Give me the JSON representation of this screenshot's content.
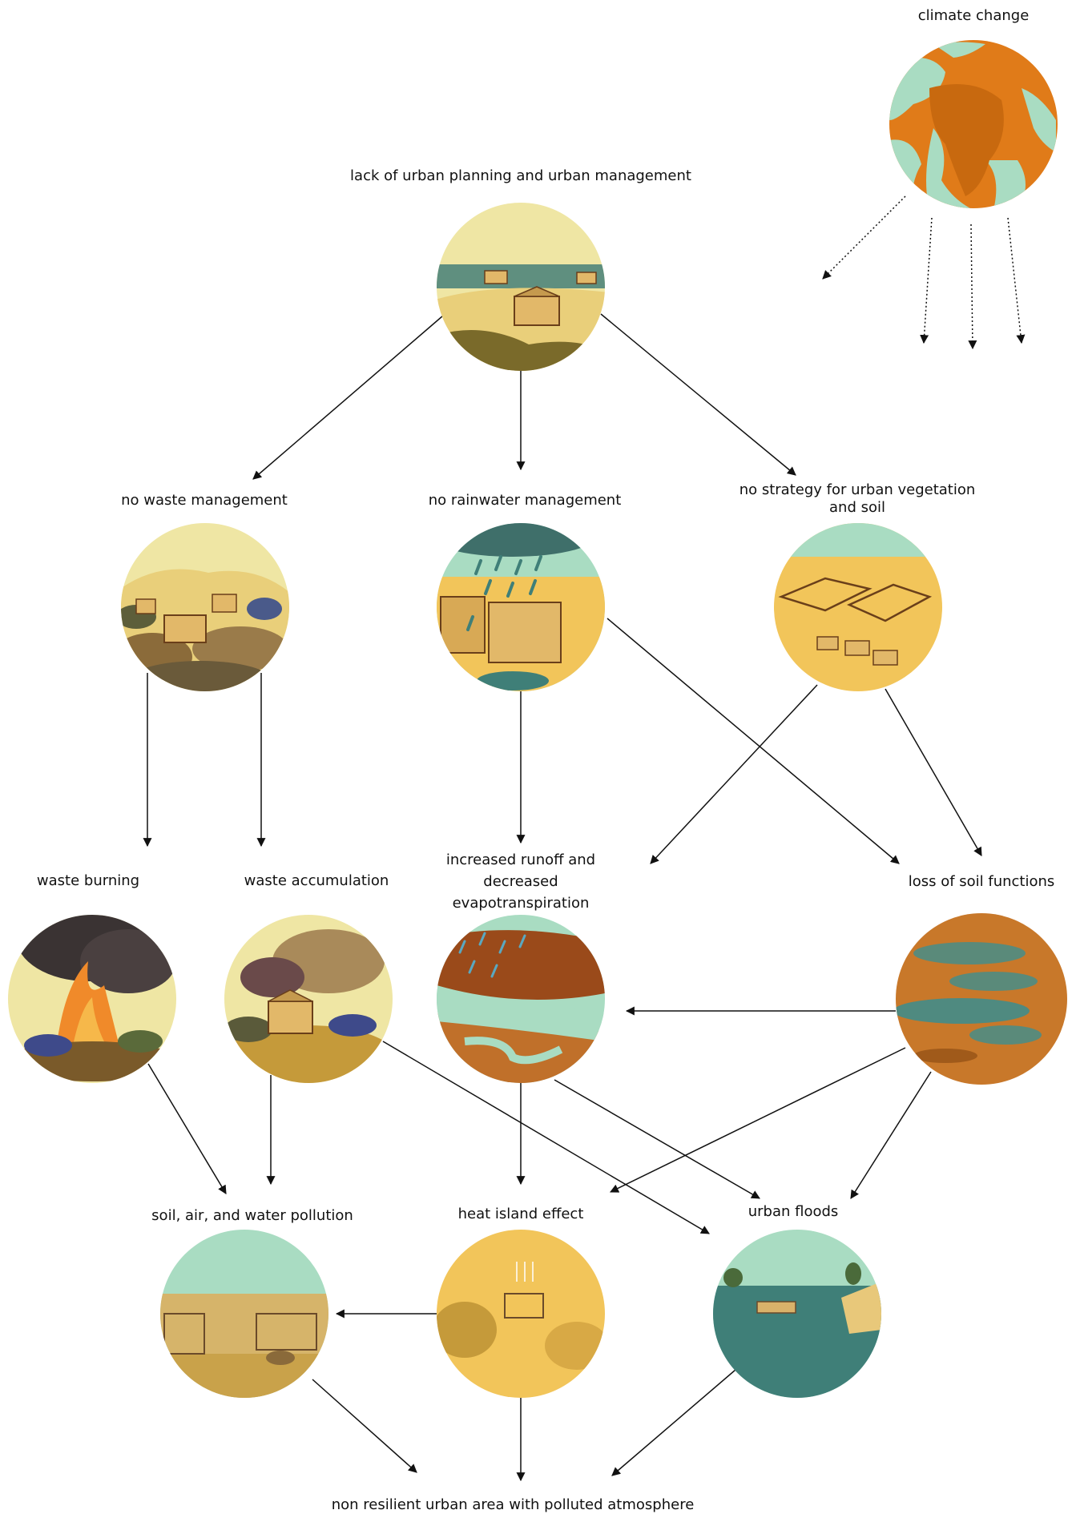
{
  "nodes": {
    "climate_change": {
      "label": "climate change"
    },
    "lack_planning": {
      "label": "lack of urban planning and urban management"
    },
    "no_waste_mgmt": {
      "label": "no waste management"
    },
    "no_rainwater_mgmt": {
      "label": "no rainwater management"
    },
    "no_strategy_vegetation": {
      "label": "no strategy for urban vegetation and soil"
    },
    "waste_burning": {
      "label": "waste burning"
    },
    "waste_accumulation": {
      "label": "waste accumulation"
    },
    "increased_runoff": {
      "label": "increased runoff and decreased evapotranspiration"
    },
    "loss_soil_functions": {
      "label": "loss of soil functions"
    },
    "pollution": {
      "label": "soil, air, and water pollution"
    },
    "heat_island": {
      "label": "heat island effect"
    },
    "urban_floods": {
      "label": "urban floods"
    },
    "non_resilient": {
      "label": "non resilient urban area with polluted atmosphere"
    }
  },
  "edges": [
    {
      "from": "climate_change",
      "to": "unspecified",
      "style": "dotted"
    },
    {
      "from": "climate_change",
      "to": "unspecified",
      "style": "dotted"
    },
    {
      "from": "climate_change",
      "to": "unspecified",
      "style": "dotted"
    },
    {
      "from": "climate_change",
      "to": "unspecified",
      "style": "dotted"
    },
    {
      "from": "lack_planning",
      "to": "no_waste_mgmt",
      "style": "solid"
    },
    {
      "from": "lack_planning",
      "to": "no_rainwater_mgmt",
      "style": "solid"
    },
    {
      "from": "lack_planning",
      "to": "no_strategy_vegetation",
      "style": "solid"
    },
    {
      "from": "no_waste_mgmt",
      "to": "waste_burning",
      "style": "solid"
    },
    {
      "from": "no_waste_mgmt",
      "to": "waste_accumulation",
      "style": "solid"
    },
    {
      "from": "no_rainwater_mgmt",
      "to": "increased_runoff",
      "style": "solid"
    },
    {
      "from": "no_rainwater_mgmt",
      "to": "loss_soil_functions",
      "style": "solid"
    },
    {
      "from": "no_strategy_vegetation",
      "to": "increased_runoff",
      "style": "solid"
    },
    {
      "from": "no_strategy_vegetation",
      "to": "loss_soil_functions",
      "style": "solid"
    },
    {
      "from": "loss_soil_functions",
      "to": "increased_runoff",
      "style": "solid"
    },
    {
      "from": "loss_soil_functions",
      "to": "heat_island",
      "style": "solid"
    },
    {
      "from": "loss_soil_functions",
      "to": "urban_floods",
      "style": "solid"
    },
    {
      "from": "waste_burning",
      "to": "pollution",
      "style": "solid"
    },
    {
      "from": "waste_accumulation",
      "to": "pollution",
      "style": "solid"
    },
    {
      "from": "waste_accumulation",
      "to": "urban_floods",
      "style": "solid"
    },
    {
      "from": "increased_runoff",
      "to": "heat_island",
      "style": "solid"
    },
    {
      "from": "increased_runoff",
      "to": "urban_floods",
      "style": "solid"
    },
    {
      "from": "heat_island",
      "to": "pollution",
      "style": "solid"
    },
    {
      "from": "pollution",
      "to": "non_resilient",
      "style": "solid"
    },
    {
      "from": "heat_island",
      "to": "non_resilient",
      "style": "solid"
    },
    {
      "from": "urban_floods",
      "to": "non_resilient",
      "style": "solid"
    }
  ],
  "colors": {
    "sky_yellow": "#efe6a4",
    "sky_mint": "#a9dcc2",
    "ochre": "#f2c55a",
    "orange": "#e07b19",
    "teal": "#3f7f78",
    "brown": "#8c5a22",
    "smoke": "#3a3333"
  }
}
